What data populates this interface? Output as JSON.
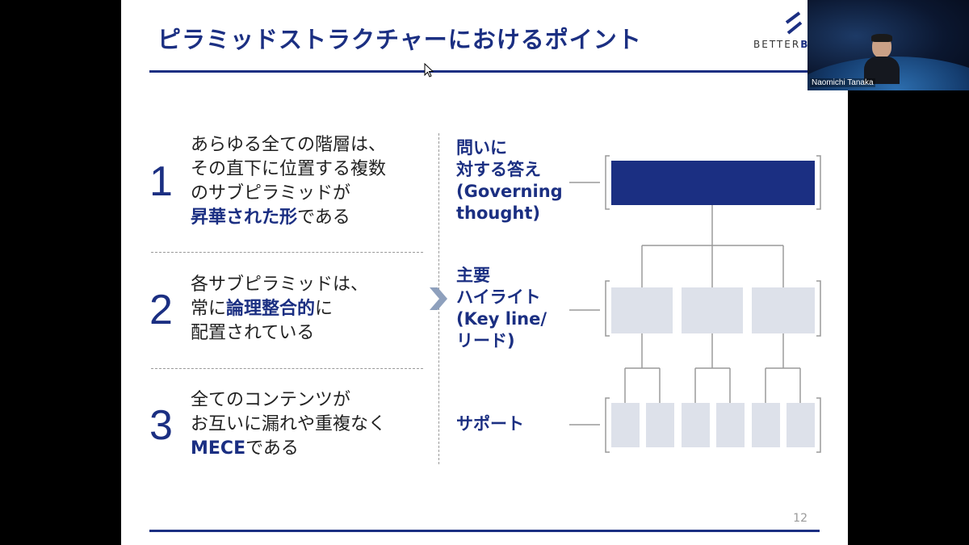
{
  "slide": {
    "title": "ピラミッドストラクチャーにおけるポイント",
    "page_number": "12",
    "logo_text_1": "BETTER",
    "logo_text_2": "BO"
  },
  "video": {
    "participant_name": "Naomichi Tanaka"
  },
  "points": [
    {
      "number": "1",
      "lines": [
        "あらゆる全ての階層は、",
        "その直下に位置する複数",
        "のサブピラミッドが"
      ],
      "last_emphasis": "昇華された形",
      "last_plain": "である"
    },
    {
      "number": "2",
      "line1": "各サブピラミッドは、",
      "line2_pre": "常に",
      "line2_emphasis": "論理整合的",
      "line2_post": "に",
      "line3": "配置されている"
    },
    {
      "number": "3",
      "line1": "全てのコンテンツが",
      "line2": "お互いに漏れや重複なく",
      "line3_emphasis": "MECE",
      "line3_plain": "である"
    }
  ],
  "levels": [
    {
      "lines": [
        "問いに",
        "対する答え",
        "(Governing",
        "thought)"
      ]
    },
    {
      "lines": [
        "主要",
        "ハイライト",
        "(Key line/",
        "リード)"
      ]
    },
    {
      "lines": [
        "サポート"
      ]
    }
  ],
  "colors": {
    "accent": "#1b2f82",
    "box_light": "#dde1ea",
    "connector": "#9a9a9a"
  }
}
